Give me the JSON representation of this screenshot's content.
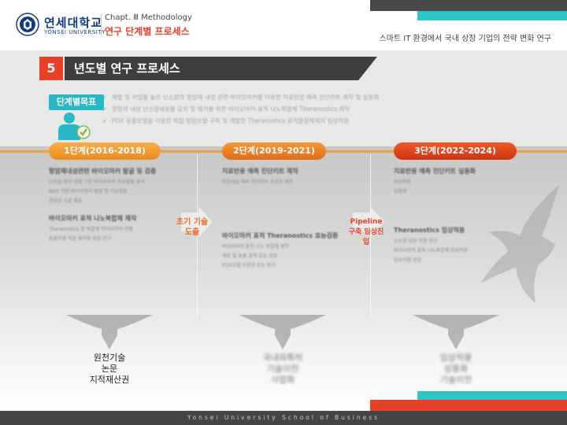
{
  "header": {
    "logo_kr": "연세대학교",
    "logo_en": "YONSEI UNIVERSITY",
    "chapter": "Chapt. Ⅲ Methodology",
    "chapter_title": "연구 단계별 프로세스",
    "subtitle": "스마트 IT 환경에서 국내 상장 기업의 전략 변화 연구"
  },
  "section": {
    "number": "5",
    "title": "년도별 연구 프로세스"
  },
  "goals": {
    "badge": "단계별목표",
    "items": [
      "체발 및 사업활 높은 난소암의 항암제 내성 관련 바이오마커를 이용한 치료반응 예측 진단키트 제작 및 실용화",
      "항암제 내성 난소암세포를 감지 및 제거를 위한 바이오마커-표적 나노복합체 Theranostics 제작",
      "PDX 동물모델을 이용한 복합 항암모델 구축 및 개발한 Theranostics 표적물질체제의 임상적용"
    ]
  },
  "stages": [
    {
      "label": "1단계(2016-2018)",
      "blocks": [
        {
          "heading": "항암제내성관련 바이오마커 발굴 및 검증",
          "bullets": [
            "난소암 환자 검체 기반 바이오마커 후보물질 분석",
            "NGS 기반 바이오마커 발굴 및 기능검증",
            "전임상 시료 확보"
          ]
        },
        {
          "heading": "바이오마커 표적 나노복합체 제작",
          "bullets": [
            "Theranostics 형 복합체 바이오마커 선별",
            "동물모델 적용 최적화 검증 연구"
          ]
        }
      ]
    },
    {
      "label": "2단계(2019-2021)",
      "blocks": [
        {
          "heading": "치료반응 예측 진단키트 제작",
          "bullets": [
            "항암내성 예측 진단키트 프로토 제작"
          ]
        },
        {
          "heading": "바이오마커 표적 Theranostics 효능검증",
          "bullets": [
            "바이오마커 표적 나노 복합체 제작",
            "세포 및 동물 표적 효능 검증",
            "PDX모델 이용한 효능 평가"
          ]
        }
      ]
    },
    {
      "label": "3단계(2022-2024)",
      "blocks": [
        {
          "heading": "치료반응 예측 진단키트 실용화",
          "bullets": [
            "임상적용",
            "상용화"
          ]
        },
        {
          "heading": "Theranostics 임상적용",
          "bullets": [
            "난소암 임상 적용 연구",
            "바이오마커 표적 나노복합체 임상적용",
            "임상시험 진입"
          ]
        }
      ]
    }
  ],
  "transitions": [
    "초기 기술 도출",
    "Pipeline 구축 임상진입"
  ],
  "outputs": [
    [
      "원천기술",
      "논문",
      "지적재산권"
    ],
    [
      "국내외특허",
      "기술이전",
      "사업화"
    ],
    [
      "임상적용",
      "상용화",
      "기술이전"
    ]
  ],
  "footer": {
    "text": "Yonsei University School of Business"
  },
  "colors": {
    "accent_red": "#e8402a",
    "accent_teal": "#2fc4c8",
    "stage1": "#ec8a1e",
    "stage2": "#e26a16",
    "stage3": "#cf3411"
  }
}
